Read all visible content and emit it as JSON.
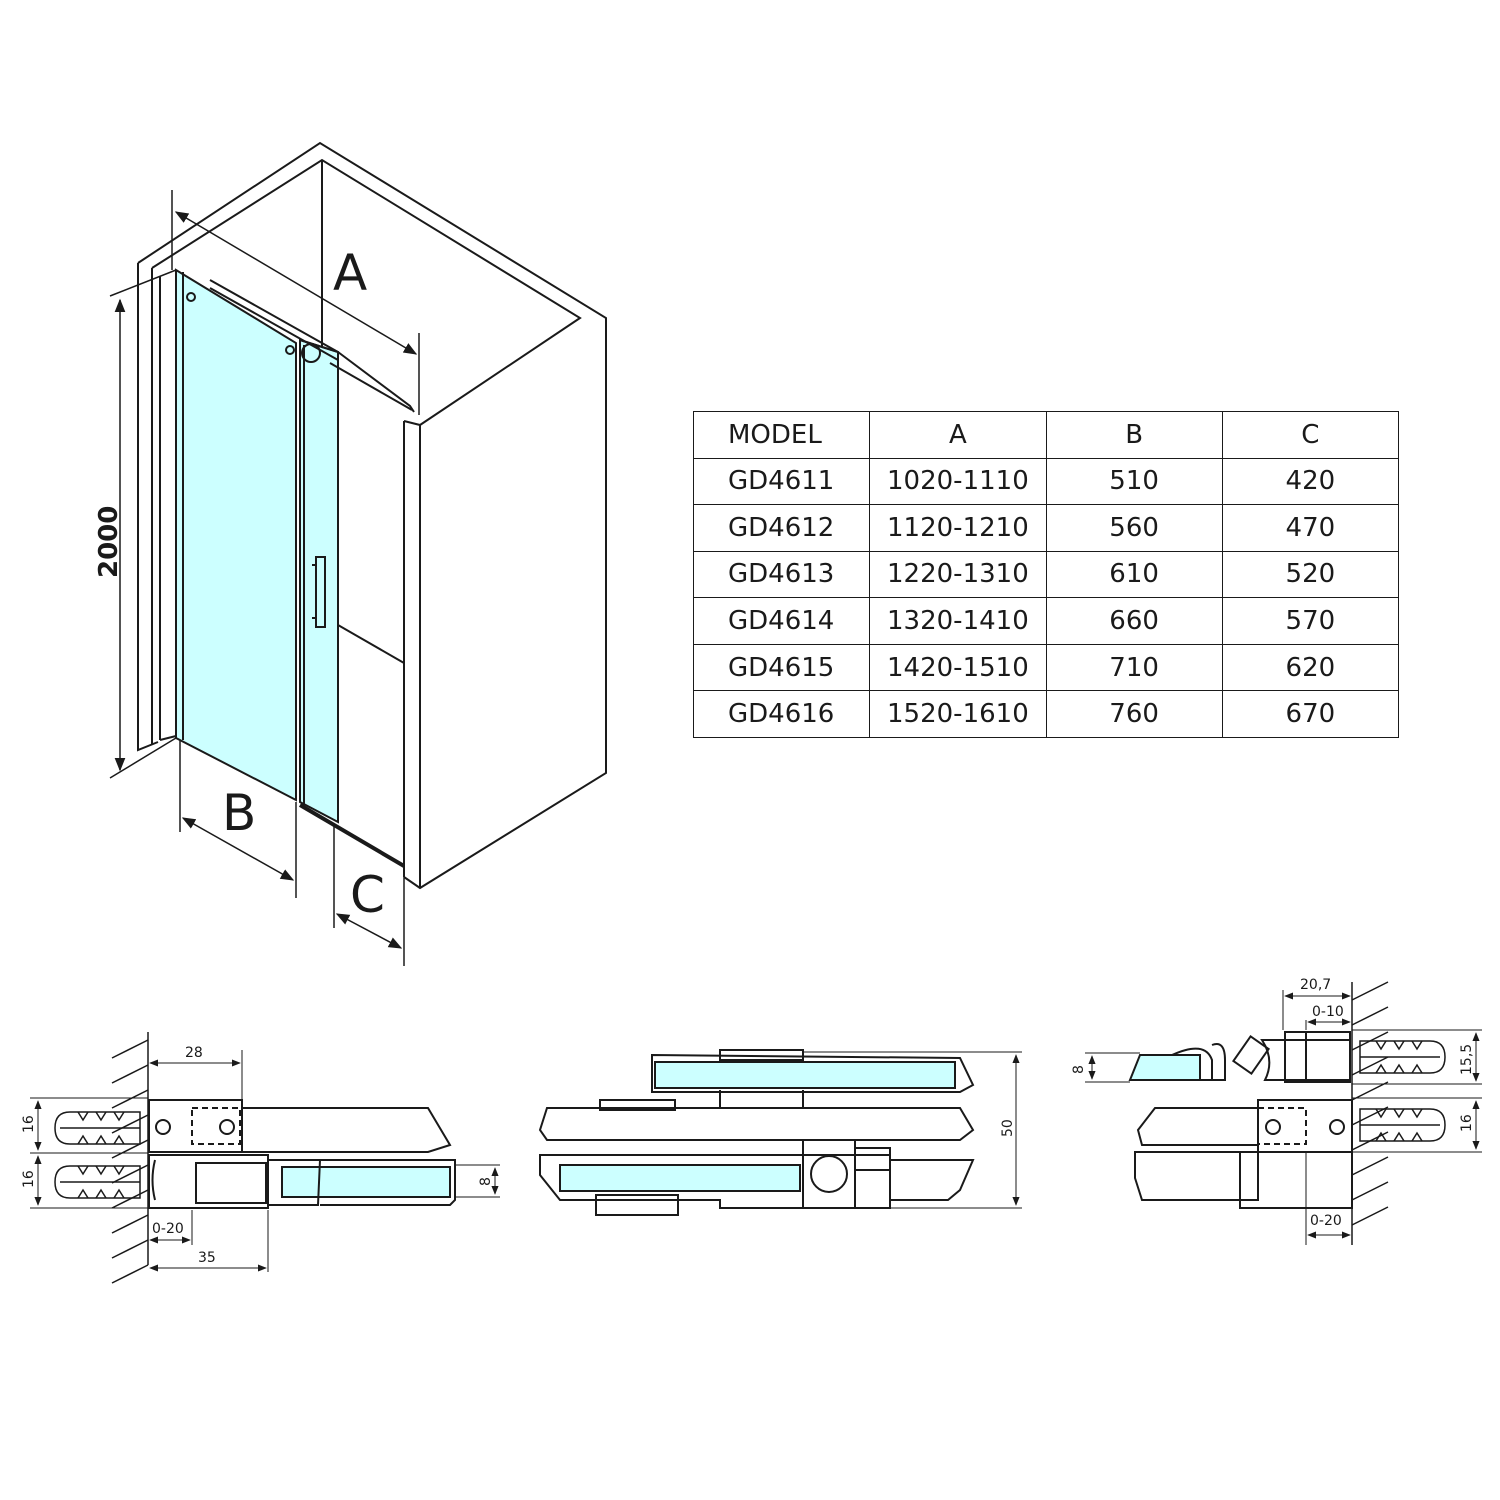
{
  "figure": {
    "labels": {
      "a": "A",
      "b": "B",
      "c": "C",
      "height": "2000"
    }
  },
  "table": {
    "headers": [
      "MODEL",
      "A",
      "B",
      "C"
    ],
    "rows": [
      [
        "GD4611",
        "1020-1110",
        "510",
        "420"
      ],
      [
        "GD4612",
        "1120-1210",
        "560",
        "470"
      ],
      [
        "GD4613",
        "1220-1310",
        "610",
        "520"
      ],
      [
        "GD4614",
        "1320-1410",
        "660",
        "570"
      ],
      [
        "GD4615",
        "1420-1510",
        "710",
        "620"
      ],
      [
        "GD4616",
        "1520-1610",
        "760",
        "670"
      ]
    ]
  },
  "details": {
    "left": {
      "dim_28": "28",
      "dim_16_top": "16",
      "dim_16_bottom": "16",
      "dim_8": "8",
      "dim_0_20": "0-20",
      "dim_35": "35"
    },
    "middle": {
      "dim_50": "50"
    },
    "right": {
      "dim_20_7": "20,7",
      "dim_0_10": "0-10",
      "dim_8": "8",
      "dim_15_5": "15,5",
      "dim_16": "16",
      "dim_0_20": "0-20"
    }
  },
  "colors": {
    "glass": "#ccffff",
    "line": "#1a1a1a"
  }
}
